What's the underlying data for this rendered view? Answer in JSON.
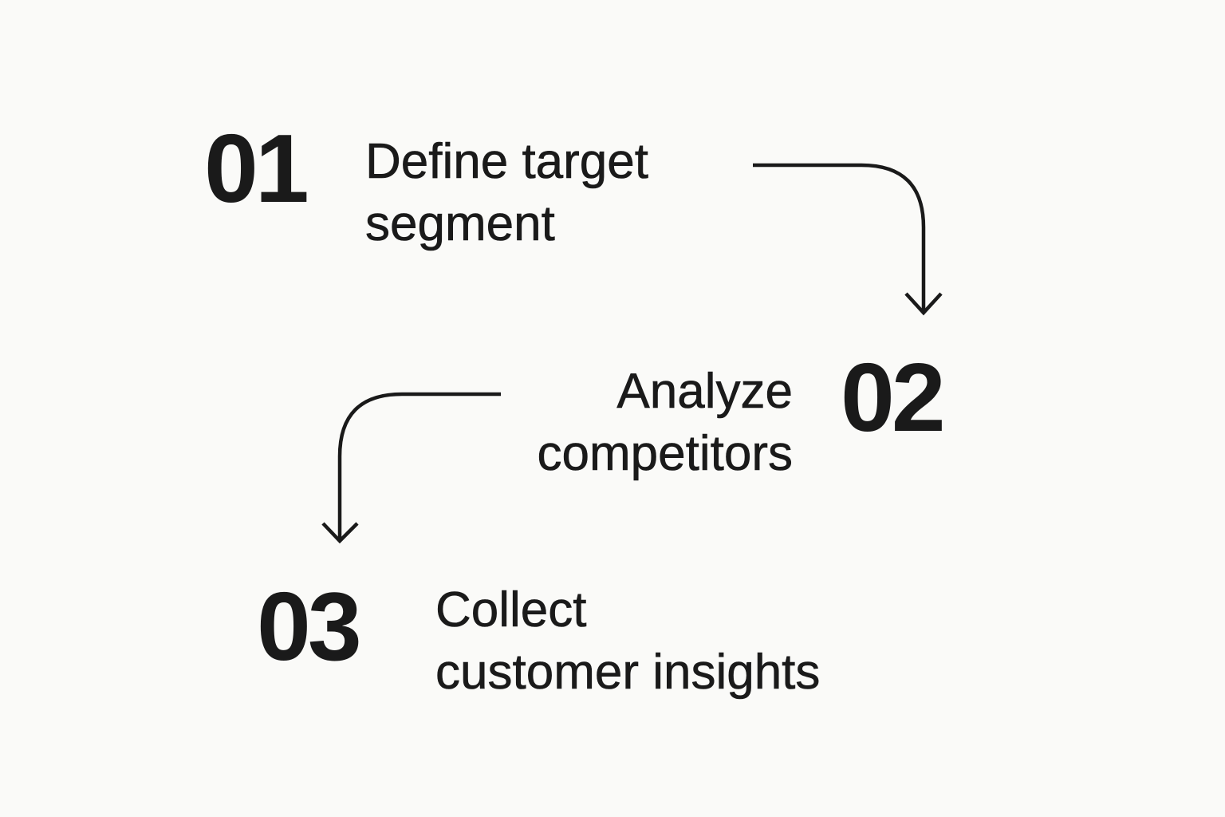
{
  "steps": [
    {
      "number": "01",
      "label_lines": [
        "Define target",
        "segment"
      ]
    },
    {
      "number": "02",
      "label_lines": [
        "Analyze",
        "competitors"
      ]
    },
    {
      "number": "03",
      "label_lines": [
        "Collect",
        "customer insights"
      ]
    }
  ],
  "connectors": [
    {
      "from": "01",
      "to": "02",
      "icon": "curved-arrow-down-icon"
    },
    {
      "from": "02",
      "to": "03",
      "icon": "curved-arrow-down-icon"
    }
  ],
  "colors": {
    "background": "#fafaf8",
    "ink": "#1a1a1a"
  }
}
